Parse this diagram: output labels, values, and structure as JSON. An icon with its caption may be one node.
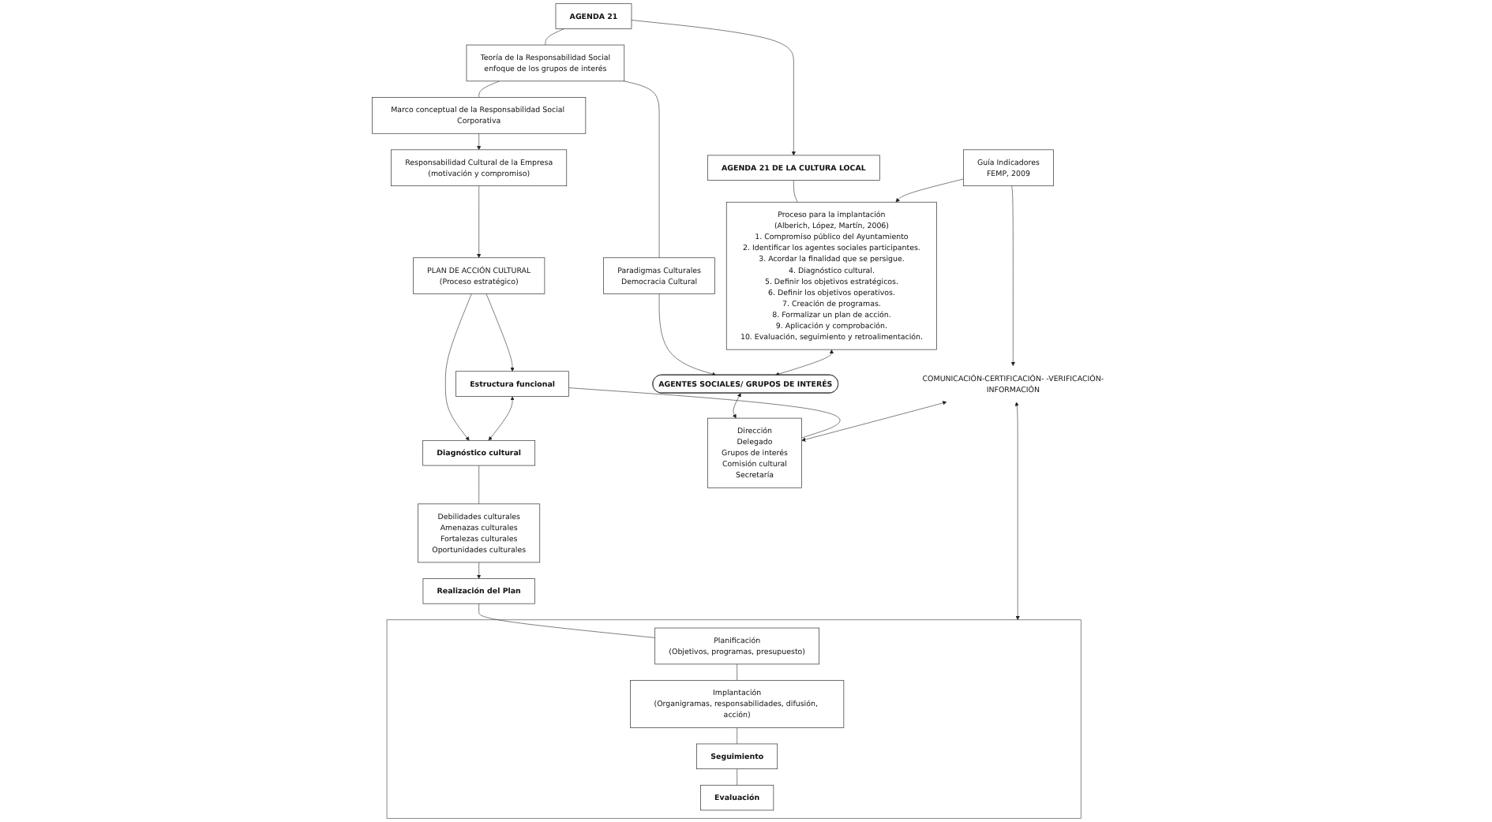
{
  "diagram": {
    "nodes": [
      {
        "text": [
          "AGENDA 21"
        ]
      },
      {
        "text": [
          "Teoría de la Responsabilidad Social",
          "enfoque de los grupos de interés"
        ]
      },
      {
        "text": [
          "Marco conceptual de la Responsabilidad Social Corporativa"
        ]
      },
      {
        "text": [
          "Paradigmas Culturales",
          "Democracia Cultural"
        ]
      },
      {
        "text": [
          "Responsabilidad Cultural de la Empresa",
          "(motivación y compromiso)"
        ]
      },
      {
        "text": [
          "AGENDA 21 DE LA CULTURA LOCAL"
        ]
      },
      {
        "text": [
          "PLAN DE ACCIÓN CULTURAL",
          "(Proceso estratégico)"
        ]
      },
      {
        "text": [
          "Proceso para la implantación",
          "(Alberich, López, Martín, 2006)",
          "1. Compromiso público del Ayuntamiento",
          "2. Identificar los agentes sociales participantes.",
          "3. Acordar la finalidad que se persigue.",
          "4. Diagnóstico cultural.",
          "5. Definir los objetivos estratégicos.",
          "6. Definir los objetivos operativos.",
          "7. Creación de programas.",
          "8. Formalizar un plan de acción.",
          "9. Aplicación y comprobación.",
          "10. Evaluación, seguimiento y retroalimentación."
        ]
      },
      {
        "text": [
          "Estructura funcional"
        ]
      },
      {
        "text": [
          "Diagnóstico cultural"
        ]
      },
      {
        "text": [
          "AGENTES SOCIALES/ GRUPOS DE INTERÉS"
        ]
      },
      {
        "text": [
          "Dirección",
          "Delegado",
          "Grupos de interés",
          "Comisión cultural",
          "Secretaría"
        ]
      },
      {
        "text": [
          "Debilidades culturales",
          "Amenazas culturales",
          "Fortalezas culturales",
          "Oportunidades culturales"
        ]
      },
      {
        "text": [
          "Realización del Plan"
        ]
      },
      {
        "text": [],
        "shape": "box"
      },
      {
        "text": [
          "Planificación",
          "(Objetivos, programas, presupuesto)"
        ],
        "in": 14
      },
      {
        "text": [
          "Implantación",
          "(Organigramas, responsabilidades, difusión, acción)"
        ],
        "in": 14
      },
      {
        "text": [
          "Seguimiento"
        ],
        "in": 14
      },
      {
        "text": [
          "Evaluación"
        ],
        "in": 14
      },
      {
        "text": [
          "Guía Indicadores",
          "FEMP, 2009"
        ]
      },
      {
        "text": [
          "COMUNICACIÓN-CERTIFICACIÓN- -VERIFICACIÓN-INFORMACIÓN"
        ]
      }
    ],
    "edges": [
      {
        "from": 0,
        "to": 1,
        "arrow": "none"
      },
      {
        "from": 1,
        "to": 2,
        "arrow": "none"
      },
      {
        "from": 0,
        "to": 5,
        "arrow": "to"
      },
      {
        "from": 1,
        "to": 3,
        "arrow": "none"
      },
      {
        "from": 3,
        "to": 10,
        "arrow": "to"
      },
      {
        "from": 2,
        "to": 4,
        "arrow": "to"
      },
      {
        "from": 4,
        "to": 6,
        "arrow": "to"
      },
      {
        "from": 5,
        "to": 7,
        "arrow": "none"
      },
      {
        "from": 7,
        "to": 10,
        "arrow": "both"
      },
      {
        "from": 10,
        "to": 11,
        "arrow": "both"
      },
      {
        "from": 6,
        "to": 8,
        "arrow": "to"
      },
      {
        "from": 6,
        "to": 9,
        "arrow": "to"
      },
      {
        "from": 8,
        "to": 9,
        "arrow": "both"
      },
      {
        "from": 8,
        "to": 11,
        "arrow": "none"
      },
      {
        "from": 9,
        "to": 12,
        "arrow": "none"
      },
      {
        "from": 12,
        "to": 13,
        "arrow": "to"
      },
      {
        "from": 13,
        "to": 15,
        "arrow": "none"
      },
      {
        "from": 15,
        "to": 16,
        "arrow": "none"
      },
      {
        "from": 16,
        "to": 17,
        "arrow": "none"
      },
      {
        "from": 17,
        "to": 18,
        "arrow": "none"
      },
      {
        "from": 19,
        "to": 7,
        "arrow": "to"
      },
      {
        "from": 19,
        "to": 20,
        "arrow": "to"
      },
      {
        "from": 20,
        "to": 11,
        "arrow": "both"
      },
      {
        "from": 20,
        "to": 14,
        "arrow": "both"
      }
    ]
  }
}
